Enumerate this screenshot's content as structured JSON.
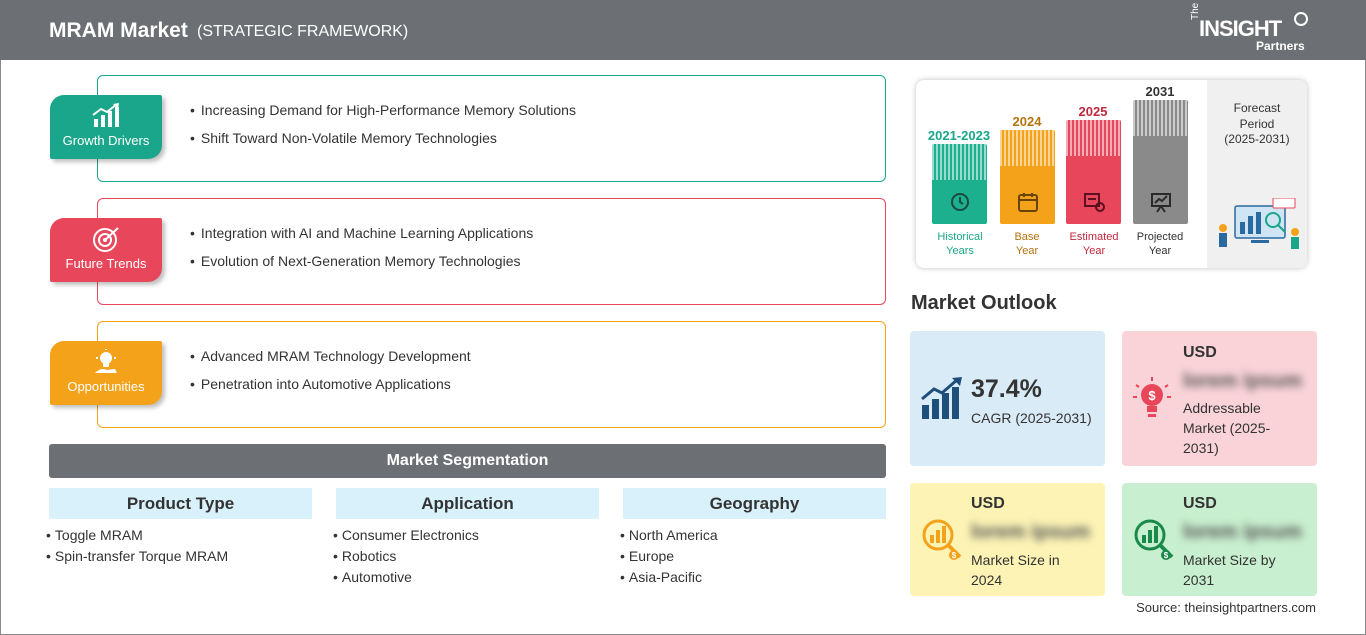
{
  "header": {
    "title": "MRAM Market",
    "subtitle": "(STRATEGIC FRAMEWORK)",
    "logo": {
      "the": "The",
      "insight": "INSIGHT",
      "partners": "Partners"
    }
  },
  "framework": [
    {
      "label": "Growth Drivers",
      "color": "#1aa68a",
      "icon": "growth-chart-icon",
      "points": [
        "Increasing Demand for High-Performance Memory Solutions",
        "Shift Toward Non-Volatile Memory Technologies"
      ]
    },
    {
      "label": "Future Trends",
      "color": "#e8465a",
      "icon": "target-icon",
      "points": [
        "Integration with AI and Machine Learning Applications",
        "Evolution of Next-Generation Memory Technologies"
      ]
    },
    {
      "label": "Opportunities",
      "color": "#f5a21b",
      "icon": "lightbulb-hand-icon",
      "points": [
        "Advanced MRAM Technology Development",
        "Penetration into Automotive Applications"
      ]
    }
  ],
  "segmentation": {
    "title": "Market Segmentation",
    "columns": [
      {
        "heading": "Product Type",
        "items": [
          "Toggle MRAM",
          "Spin-transfer Torque MRAM"
        ]
      },
      {
        "heading": "Application",
        "items": [
          "Consumer Electronics",
          "Robotics",
          "Automotive"
        ]
      },
      {
        "heading": "Geography",
        "items": [
          "North America",
          "Europe",
          "Asia-Pacific"
        ]
      }
    ]
  },
  "timeline": {
    "bars": [
      {
        "year": "2021-2023",
        "caption_line1": "Historical",
        "caption_line2": "Years",
        "color": "#1db08f",
        "year_color": "#1aa68a",
        "icon": "history-icon"
      },
      {
        "year": "2024",
        "caption_line1": "Base",
        "caption_line2": "Year",
        "color": "#f5a21b",
        "year_color": "#b57410",
        "icon": "calendar-icon"
      },
      {
        "year": "2025",
        "caption_line1": "Estimated",
        "caption_line2": "Year",
        "color": "#e8465a",
        "year_color": "#c0283c",
        "icon": "estimate-icon"
      },
      {
        "year": "2031",
        "caption_line1": "Projected",
        "caption_line2": "Year",
        "color": "#8a8a8a",
        "year_color": "#333333",
        "icon": "projection-icon"
      }
    ],
    "forecast_label_1": "Forecast",
    "forecast_label_2": "Period",
    "forecast_period": "(2025-2031)"
  },
  "outlook": {
    "title": "Market Outlook",
    "cagr_value": "37.4%",
    "cagr_label": "CAGR (2025-2031)",
    "addressable": {
      "usd": "USD",
      "value": "lorem ipsum",
      "desc_1": "Addressable",
      "desc_2": "Market (2025-",
      "desc_3": "2031)"
    },
    "size_2024": {
      "usd": "USD",
      "value": "lorem ipsum",
      "desc_1": "Market Size in",
      "desc_2": "2024"
    },
    "size_2031": {
      "usd": "USD",
      "value": "lorem ipsum",
      "desc_1": "Market Size by",
      "desc_2": "2031"
    },
    "colors": {
      "cagr": "#d9ebf7",
      "addressable": "#f9d3d8",
      "size_2024": "#fcf3b5",
      "size_2031": "#c8efcf"
    }
  },
  "source": "Source: theinsightpartners.com"
}
